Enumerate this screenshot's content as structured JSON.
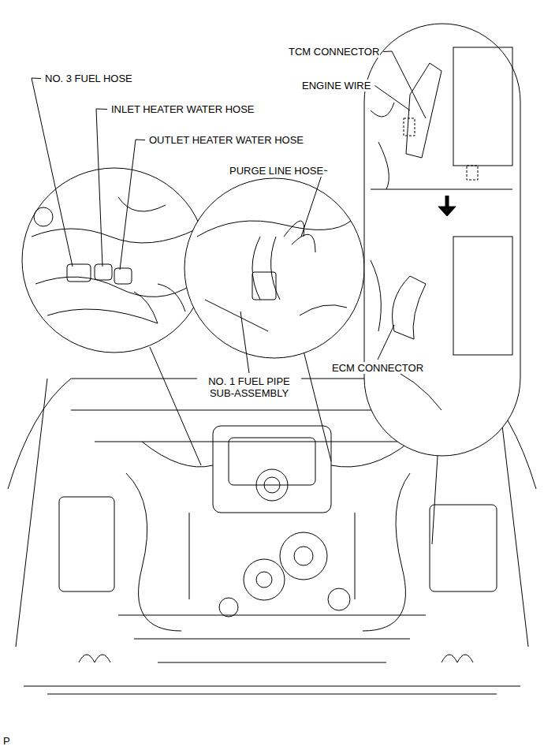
{
  "diagram": {
    "labels": [
      "NO. 3 FUEL HOSE",
      "INLET HEATER WATER HOSE",
      "OUTLET HEATER WATER HOSE",
      "PURGE LINE HOSE",
      "NO. 1 FUEL PIPE SUB-ASSEMBLY",
      "TCM CONNECTOR",
      "ENGINE WIRE",
      "ECM CONNECTOR",
      "P"
    ]
  }
}
